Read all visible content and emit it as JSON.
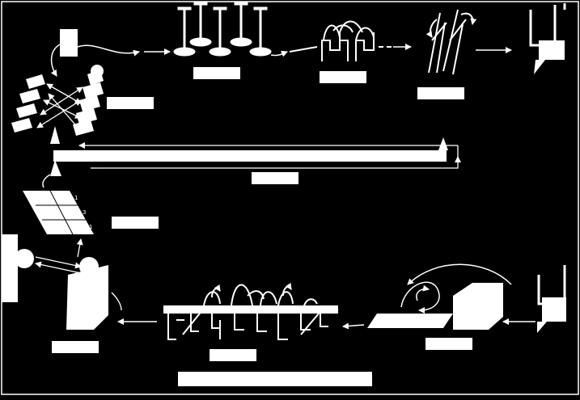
{
  "diagram": {
    "background_color": "#000000",
    "foreground_color": "#ffffff",
    "small_labels": [
      "1",
      "3",
      "1"
    ],
    "label_boxes": [
      {
        "id": "box-stage-1",
        "text": ""
      },
      {
        "id": "box-stage-2",
        "text": ""
      },
      {
        "id": "box-stage-3",
        "text": ""
      },
      {
        "id": "box-left-stack",
        "text": ""
      },
      {
        "id": "box-long-belt",
        "text": ""
      },
      {
        "id": "box-tray",
        "text": ""
      },
      {
        "id": "box-bottom-right",
        "text": ""
      },
      {
        "id": "box-bottom-middle",
        "text": ""
      },
      {
        "id": "box-bottom-left",
        "text": ""
      },
      {
        "id": "box-bottom-wide",
        "text": ""
      }
    ]
  }
}
